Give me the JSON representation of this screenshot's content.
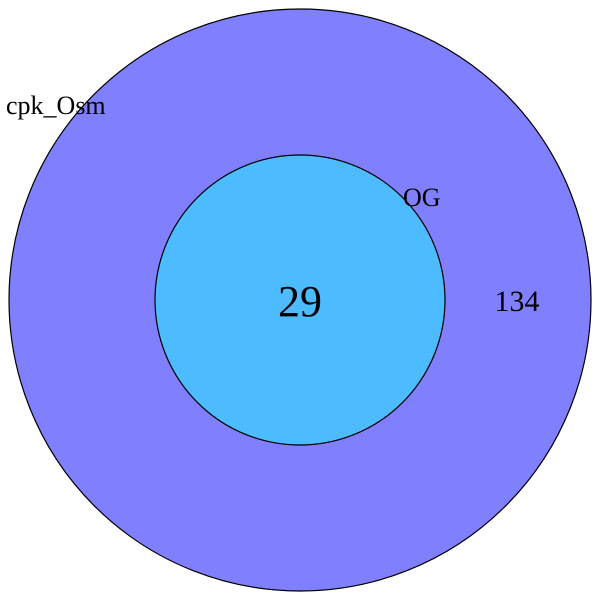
{
  "venn": {
    "sets": [
      {
        "id": "outer",
        "label": "cpk_Osm",
        "color": "#8080ff"
      },
      {
        "id": "inner",
        "label": "OG",
        "color": "#4dbbff"
      }
    ],
    "regions": {
      "outer_only": "134",
      "intersection": "29"
    },
    "relationship": "OG is fully contained within cpk_Osm",
    "stroke_color": "#000000"
  }
}
